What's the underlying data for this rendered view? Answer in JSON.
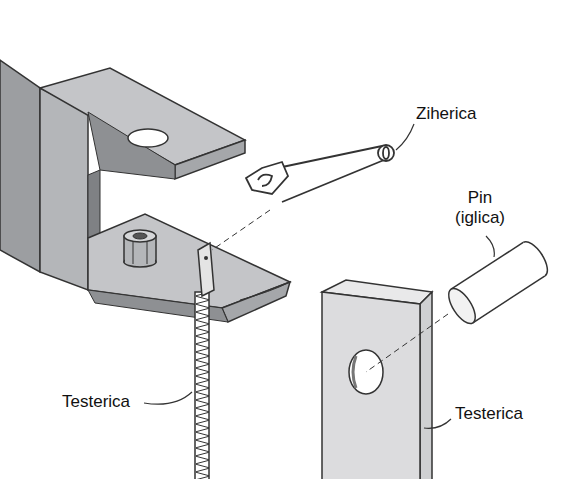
{
  "diagram": {
    "labels": [
      "Ziherica",
      "Pin (iglica)",
      "Testerica",
      "Testerica"
    ]
  }
}
